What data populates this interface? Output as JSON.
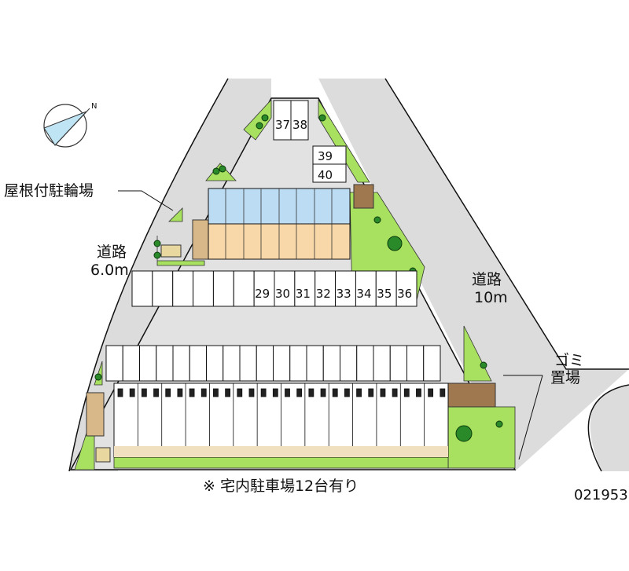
{
  "labels": {
    "bicycle_parking": "屋根付駐輪場",
    "left_road_name": "道路",
    "left_road_width": "6.0m",
    "right_road_name": "道路",
    "right_road_width": "10m",
    "garbage_area_line1": "ゴミ",
    "garbage_area_line2": "置場",
    "note": "※ 宅内駐車場12台有り",
    "property_code": "021953",
    "compass_north": "N"
  },
  "parking": {
    "upper_row_labels": [
      "",
      "",
      "",
      "",
      "",
      "",
      "29",
      "30",
      "31",
      "32",
      "33",
      "34",
      "35",
      "36"
    ],
    "top_pair": [
      "37",
      "38"
    ],
    "side_pair": [
      "39",
      "40"
    ],
    "lower_row_count": 20
  },
  "colors": {
    "road": "#dcdcdc",
    "lot": "#e2e2e2",
    "green": "#a8e060",
    "tree": "#2a8a2a",
    "unit_blue": "#bcdcf4",
    "unit_orange": "#f8d8a8",
    "garbage": "#a07850"
  }
}
